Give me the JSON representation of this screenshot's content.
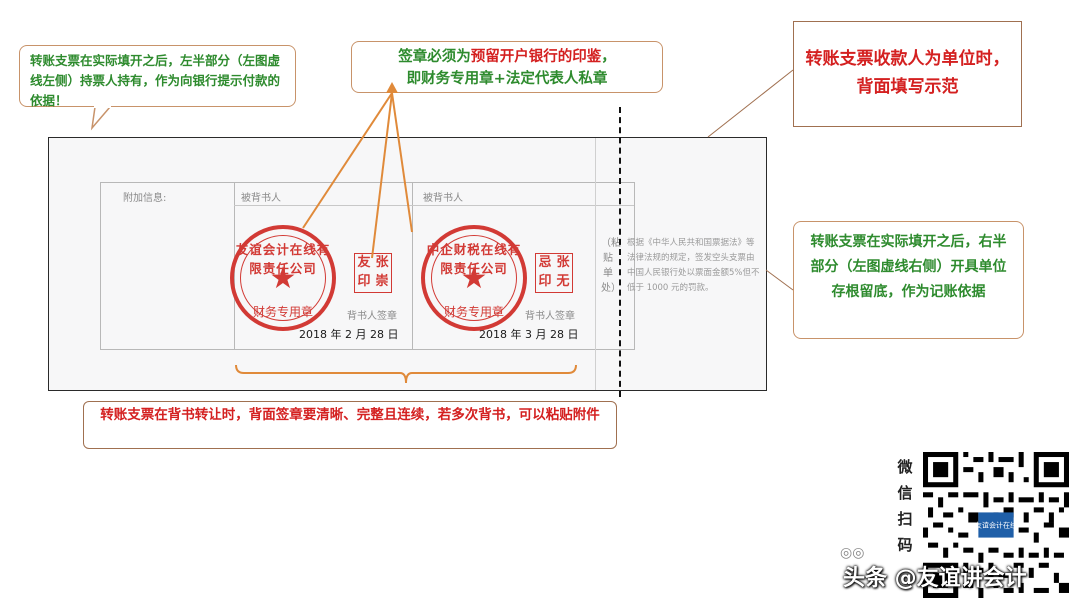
{
  "callouts": {
    "top_left": "转账支票在实际填开之后，左半部分（左图虚线左侧）持票人持有，作为向银行提示付款的依据！",
    "top_center_line1_a": "签章必须为",
    "top_center_line1_b": "预留开户银行的印鉴",
    "top_center_line1_c": "，",
    "top_center_line2": "即财务专用章+法定代表人私章",
    "top_right": "转账支票收款人为单位时，背面填写示范",
    "right_mid": "转账支票在实际填开之后，右半部分（左图虚线右侧）开具单位存根留底，作为记账依据",
    "bottom": "转账支票在背书转让时，背面签章要清晰、完整且连续，若多次背书，可以粘贴附件"
  },
  "cheque": {
    "additional_info": "附加信息:",
    "endorsee_1": "被背书人",
    "endorsee_2": "被背书人",
    "endorser_sign_1": "背书人签章",
    "endorser_sign_2": "背书人签章",
    "date_1": "2018 年 2 月 28 日",
    "date_2": "2018 年 3 月 28 日",
    "paste_label": "（粘贴单处）",
    "legal_text": "根据《中华人民共和国票据法》等法律法规的规定，签发空头支票由中国人民银行处以票面金额5%但不低于 1000 元的罚款。",
    "seals": [
      {
        "top": "友谊会计在线有限责任公司",
        "star": "★",
        "bottom": "财务专用章"
      },
      {
        "top": "中企财税在线有限责任公司",
        "star": "★",
        "bottom": "财务专用章"
      }
    ],
    "stamps": [
      {
        "c1": "张",
        "c2": "友",
        "c3": "崇",
        "c4": "印"
      },
      {
        "c1": "张",
        "c2": "忌",
        "c3": "无",
        "c4": "印"
      }
    ]
  },
  "qr": {
    "caption": [
      "微",
      "信",
      "扫",
      "码"
    ],
    "center_label": "友谊会计在线"
  },
  "watermark": "头条 @友谊讲会计",
  "colors": {
    "green": "#2e8b2e",
    "red": "#d42020",
    "seal": "#d23a35",
    "border": "#c8936a"
  }
}
